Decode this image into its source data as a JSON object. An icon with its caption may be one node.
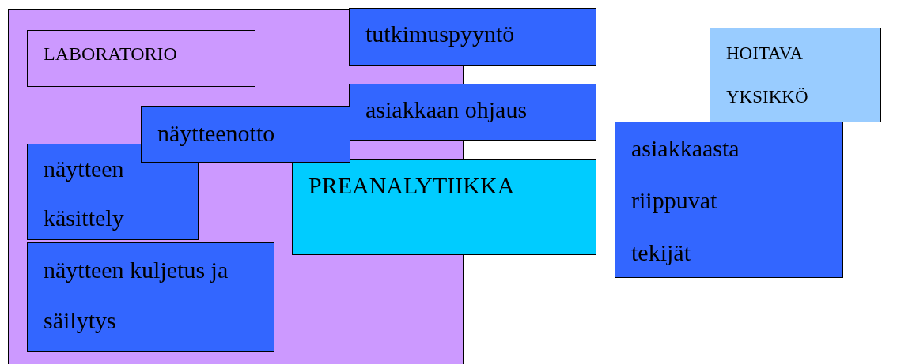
{
  "diagram": {
    "nodes": [
      {
        "text": [],
        "shape": "box"
      },
      {
        "text": [
          "LABORATORIO"
        ],
        "in": 0
      },
      {
        "text": [
          "tutkimuspyyntö"
        ]
      },
      {
        "text": [
          "HOITAVA YKSIKKÖ"
        ]
      },
      {
        "text": [
          "asiakkaan ohjaus"
        ]
      },
      {
        "text": [
          "näytteenotto"
        ],
        "in": 0
      },
      {
        "text": [
          "asiakkaasta riippuvat tekijät"
        ]
      },
      {
        "text": [
          "näytteen käsittely"
        ],
        "in": 0
      },
      {
        "text": [
          "PREANALYTIIKKA"
        ]
      },
      {
        "text": [
          "näytteen kuljetus ja säilytys"
        ],
        "in": 0
      }
    ],
    "edges": []
  }
}
